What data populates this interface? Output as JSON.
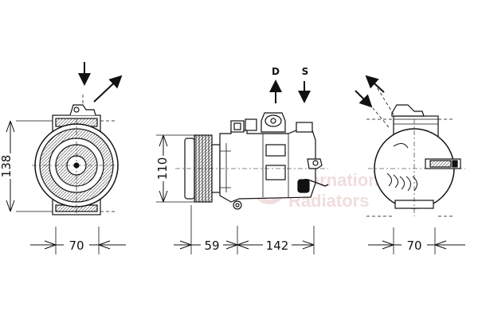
{
  "drawing": {
    "colors": {
      "line": "#111111",
      "watermark": "#d9a0a0",
      "background": "#ffffff"
    },
    "views": {
      "front": {
        "height_dim": "138",
        "width_dim": "70"
      },
      "side": {
        "height_dim": "110",
        "pulley_dim": "59",
        "body_dim": "142",
        "discharge_port": "D",
        "suction_port": "S"
      },
      "rear": {
        "width_dim": "70"
      }
    },
    "watermark": {
      "line1": "International",
      "line2": "Radiators"
    }
  }
}
